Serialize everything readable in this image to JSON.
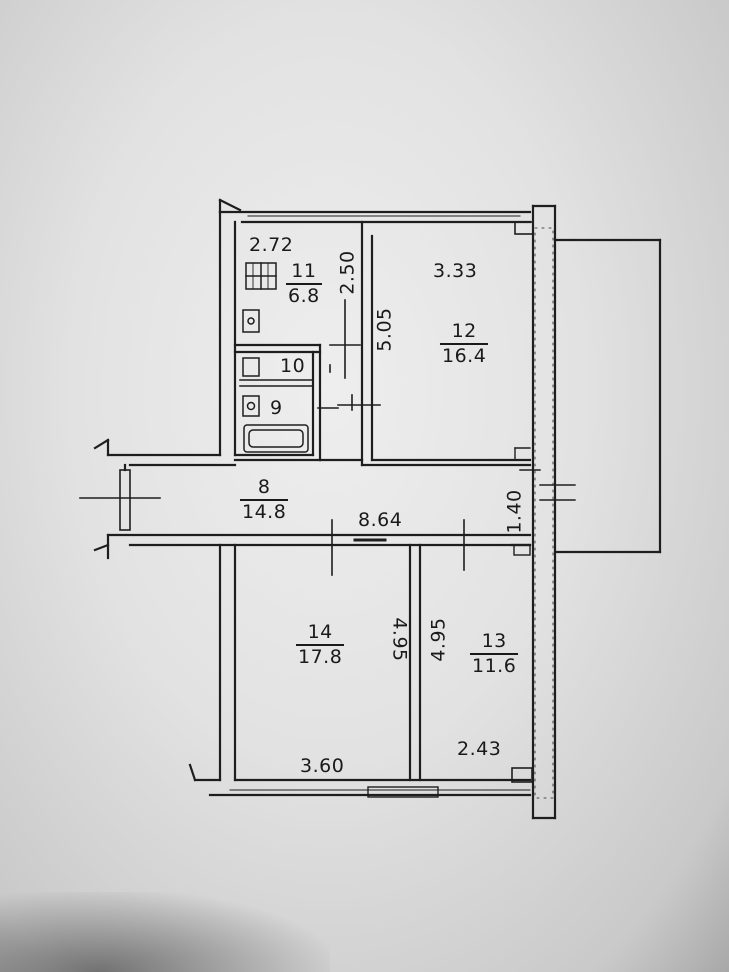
{
  "rooms": [
    {
      "number": "8",
      "area": "14.8"
    },
    {
      "number": "9",
      "area": ""
    },
    {
      "number": "10",
      "area": ""
    },
    {
      "number": "11",
      "area": "6.8"
    },
    {
      "number": "12",
      "area": "16.4"
    },
    {
      "number": "13",
      "area": "11.6"
    },
    {
      "number": "14",
      "area": "17.8"
    }
  ],
  "dimensions": {
    "kitchen_width": "2.72",
    "kitchen_depth": "2.50",
    "room12_width": "3.33",
    "room12_depth": "5.05",
    "corridor_length": "8.64",
    "corridor_width": "1.40",
    "room14_width": "3.60",
    "room14_depth": "4.95",
    "room13_depth": "4.95",
    "room13_width": "2.43"
  }
}
